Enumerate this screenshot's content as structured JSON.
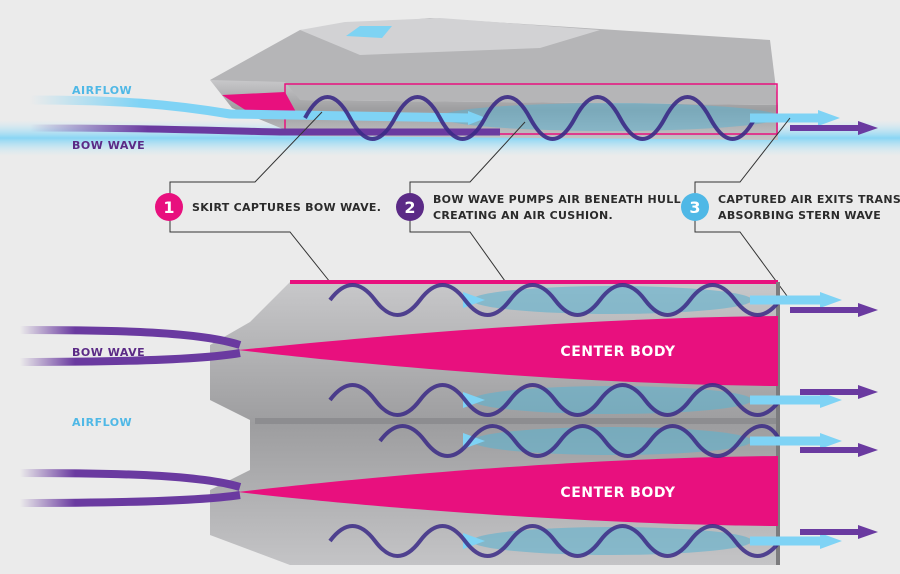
{
  "labels": {
    "airflow_top": "AIRFLOW",
    "bow_wave_top": "BOW WAVE",
    "bow_wave_plan": "BOW WAVE",
    "airflow_plan": "AIRFLOW",
    "center_body_1": "CENTER BODY",
    "center_body_2": "CENTER BODY"
  },
  "callouts": [
    {
      "number": "1",
      "line1": "SKIRT CAPTURES BOW WAVE.",
      "line2": "",
      "color": "#e6117d"
    },
    {
      "number": "2",
      "line1": "BOW WAVE PUMPS AIR BENEATH HULL",
      "line2": "CREATING AN AIR CUSHION.",
      "color": "#5b2a86"
    },
    {
      "number": "3",
      "line1": "CAPTURED AIR EXITS TRANSOM",
      "line2": "ABSORBING STERN WAVE",
      "color": "#4fb8e6"
    }
  ],
  "colors": {
    "airflow": "#7fd3f5",
    "bow_wave": "#6a3aa0",
    "magenta": "#e8107e",
    "hull": "#a9a9ab",
    "vortex": "#3b2a86",
    "cushion": "#5fb3cf"
  }
}
